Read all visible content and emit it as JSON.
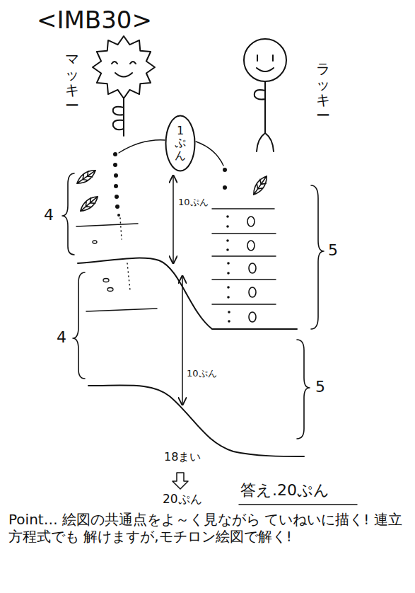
{
  "diagram": {
    "title": "<IMB30>",
    "nodes": [
      {
        "text": [
          "1ぷん"
        ]
      }
    ],
    "labels": [
      "マッキー",
      "ラッキー",
      "10ぷん",
      "4",
      "5",
      "4",
      "10ぷん",
      "5",
      "18まい",
      "20ぷん",
      "答え.20ぷん",
      "Point… 絵図の共通点をよ～く見ながら ていねいに描く! 連立方程式でも 解けますが,モチロン絵図で解く!"
    ]
  }
}
